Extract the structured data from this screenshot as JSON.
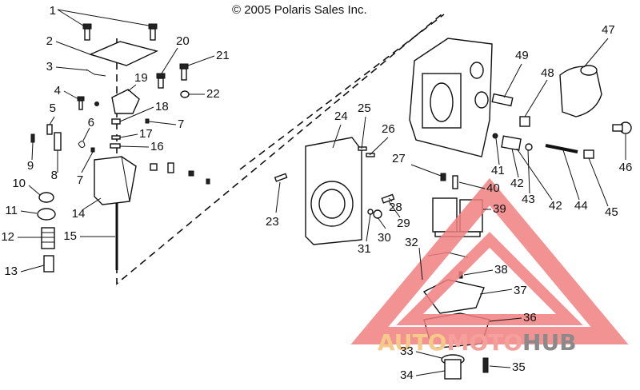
{
  "copyright": "© 2005 Polaris Sales Inc.",
  "callouts": [
    "1",
    "2",
    "3",
    "4",
    "5",
    "6",
    "7",
    "8",
    "9",
    "10",
    "11",
    "12",
    "13",
    "14",
    "15",
    "16",
    "17",
    "18",
    "19",
    "20",
    "21",
    "22",
    "7",
    "23",
    "24",
    "25",
    "26",
    "27",
    "28",
    "29",
    "30",
    "31",
    "32",
    "33",
    "34",
    "35",
    "36",
    "37",
    "38",
    "39",
    "40",
    "41",
    "42",
    "42",
    "43",
    "44",
    "45",
    "46",
    "47",
    "48",
    "49"
  ],
  "watermark": {
    "word_left": "AUTO",
    "word_middle": "MOTO",
    "word_right": "HUB",
    "colors": {
      "left": "#f5c98a",
      "middle": "#f5a09a",
      "right": "#8a8a8a",
      "triangle": "#f08080"
    }
  }
}
